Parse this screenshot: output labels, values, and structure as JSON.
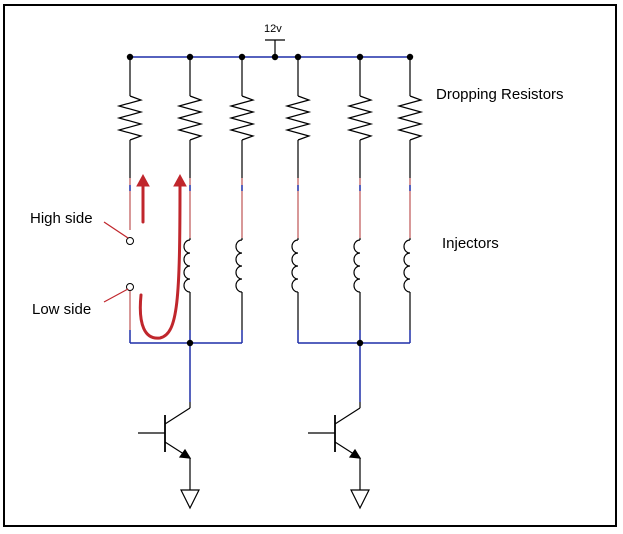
{
  "supply": {
    "label": "12v"
  },
  "labels": {
    "resistors": "Dropping Resistors",
    "injectors": "Injectors",
    "high_side": "High side",
    "low_side": "Low side"
  },
  "colors": {
    "rail": "#1f2fa8",
    "component": "#000000",
    "lead": "#b03030",
    "arrow": "#c0262c"
  }
}
